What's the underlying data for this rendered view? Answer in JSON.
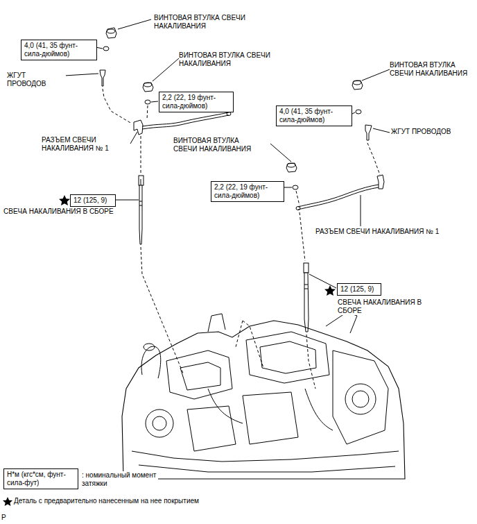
{
  "diagram": {
    "nodes": [
      {
        "text": [
          "4,0 (41, 35 фунт-сила-дюймов)"
        ]
      },
      {
        "text": [
          "2,2 (22, 19 фунт-сила-дюймов)"
        ]
      },
      {
        "text": [
          "4,0 (41, 35 фунт-сила-дюймов)"
        ]
      },
      {
        "text": [
          "12 (125, 9)"
        ]
      },
      {
        "text": [
          "2,2 (22, 19 фунт-сила-дюймов)"
        ]
      },
      {
        "text": [
          "12 (125, 9)"
        ]
      },
      {
        "text": [
          "Н*м (кгс*см, фунт-сила-фут)"
        ]
      }
    ],
    "labels": [
      "ВИНТОВАЯ ВТУЛКА СВЕЧИ НАКАЛИВАНИЯ",
      "ЖГУТ ПРОВОДОВ",
      "ВИНТОВАЯ ВТУЛКА СВЕЧИ НАКАЛИВАНИЯ",
      "ВИНТОВАЯ ВТУЛКА СВЕЧИ НАКАЛИВАНИЯ",
      "РАЗЪЕМ СВЕЧИ НАКАЛИВАНИЯ № 1",
      "ЖГУТ ПРОВОДОВ",
      "ВИНТОВАЯ ВТУЛКА СВЕЧИ НАКАЛИВАНИЯ",
      "СВЕЧА НАКАЛИВАНИЯ В СБОРЕ",
      "РАЗЪЕМ СВЕЧИ НАКАЛИВАНИЯ № 1",
      "СВЕЧА НАКАЛИВАНИЯ В СБОРЕ",
      ": номинальный момент затяжки",
      "Деталь с предварительно нанесенным на нее покрытием",
      "P"
    ]
  }
}
